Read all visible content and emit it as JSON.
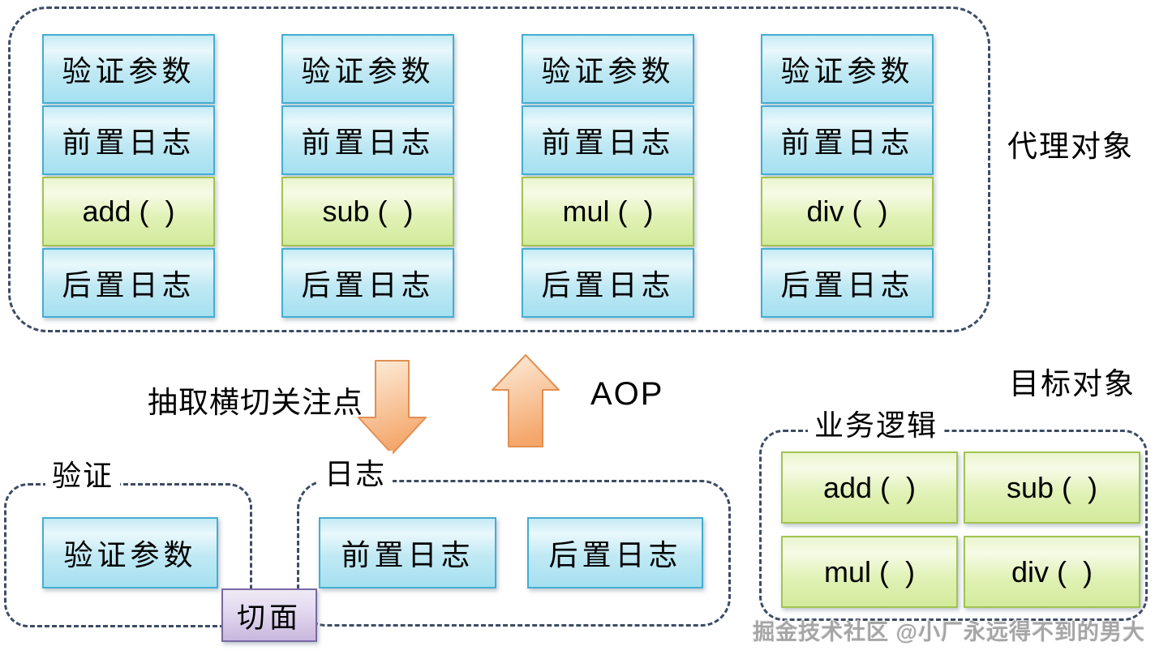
{
  "proxy_section": {
    "label": "代理对象",
    "columns": [
      {
        "cells": [
          {
            "text": "验证参数"
          },
          {
            "text": "前置日志"
          },
          {
            "text": "add (  )"
          },
          {
            "text": "后置日志"
          }
        ]
      },
      {
        "cells": [
          {
            "text": "验证参数"
          },
          {
            "text": "前置日志"
          },
          {
            "text": "sub (  )"
          },
          {
            "text": "后置日志"
          }
        ]
      },
      {
        "cells": [
          {
            "text": "验证参数"
          },
          {
            "text": "前置日志"
          },
          {
            "text": "mul (  )"
          },
          {
            "text": "后置日志"
          }
        ]
      },
      {
        "cells": [
          {
            "text": "验证参数"
          },
          {
            "text": "前置日志"
          },
          {
            "text": "div (  )"
          },
          {
            "text": "后置日志"
          }
        ]
      }
    ]
  },
  "transform": {
    "extract_label": "抽取横切关注点",
    "aop_label": "AOP"
  },
  "aspect": {
    "label": "切面"
  },
  "validation_group": {
    "label": "验证",
    "box": "验证参数"
  },
  "log_group": {
    "label": "日志",
    "pre_box": "前置日志",
    "post_box": "后置日志"
  },
  "business_group": {
    "caption": "目标对象",
    "label": "业务逻辑",
    "methods": [
      "add (  )",
      "sub (  )",
      "mul (  )",
      "div (  )"
    ]
  },
  "watermark": "掘金技术社区 @小厂永远得不到的男大",
  "colors": {
    "dashed_border": "#3d4c66",
    "blue_box_border": "#44aed2",
    "blue_box_fill_top": "#e9f8fc",
    "blue_box_fill_bottom": "#a5e0f0",
    "green_box_border": "#a2c352",
    "green_box_fill_top": "#f6fbe7",
    "green_box_fill_bottom": "#d2eb9c",
    "purple_box_border": "#7b68a2",
    "purple_box_fill_bottom": "#c9b7de",
    "arrow_border": "#e18f52",
    "arrow_fill_light": "#fdeedd",
    "arrow_fill_dark": "#f4a76b",
    "watermark_color": "#a6a6a6"
  }
}
